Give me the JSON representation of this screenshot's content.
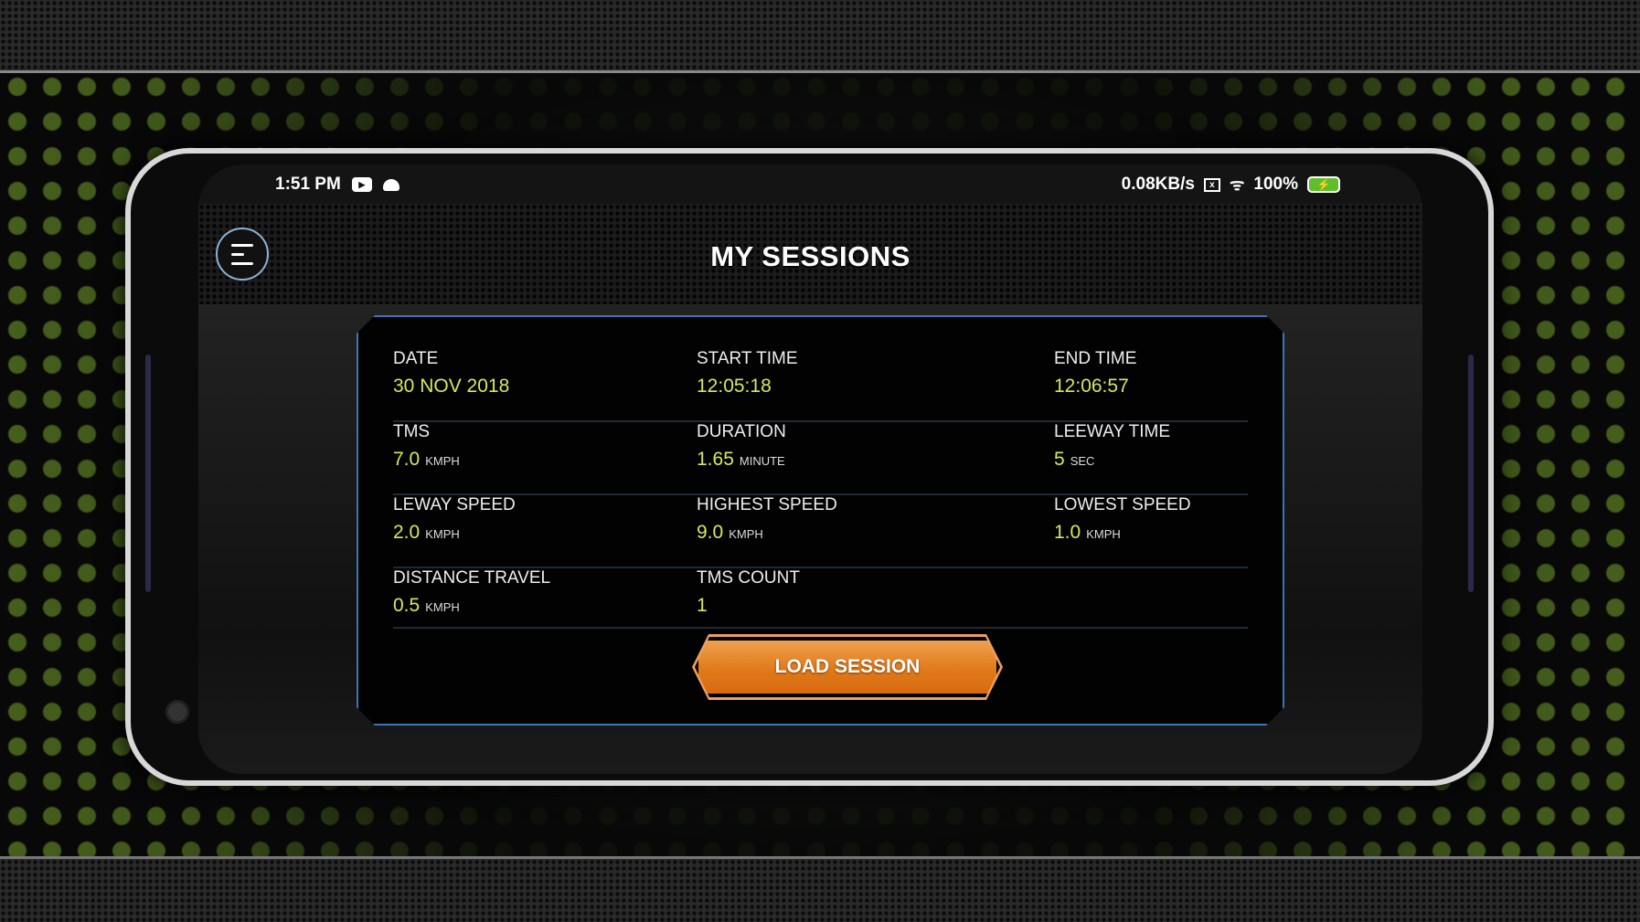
{
  "status_bar": {
    "time": "1:51 PM",
    "network_speed": "0.08KB/s",
    "battery": "100%"
  },
  "header": {
    "title": "MY SESSIONS"
  },
  "session": {
    "rows": [
      [
        {
          "label": "DATE",
          "value": "30 NOV 2018",
          "unit": ""
        },
        {
          "label": "START TIME",
          "value": "12:05:18",
          "unit": ""
        },
        {
          "label": "END TIME",
          "value": "12:06:57",
          "unit": ""
        }
      ],
      [
        {
          "label": "TMS",
          "value": "7.0",
          "unit": "KMPH"
        },
        {
          "label": "DURATION",
          "value": "1.65",
          "unit": "MINUTE"
        },
        {
          "label": "LEEWAY TIME",
          "value": "5",
          "unit": "SEC"
        }
      ],
      [
        {
          "label": "LEWAY SPEED",
          "value": "2.0",
          "unit": "KMPH"
        },
        {
          "label": "HIGHEST SPEED",
          "value": "9.0",
          "unit": "KMPH"
        },
        {
          "label": "LOWEST SPEED",
          "value": "1.0",
          "unit": "KMPH"
        }
      ],
      [
        {
          "label": "DISTANCE TRAVEL",
          "value": "0.5",
          "unit": "KMPH"
        },
        {
          "label": "TMS COUNT",
          "value": "1",
          "unit": ""
        }
      ]
    ],
    "load_button": "LOAD SESSION"
  },
  "colors": {
    "accent": "#d6e85a",
    "button": "#e07a1a",
    "border": "#3d74b8"
  }
}
